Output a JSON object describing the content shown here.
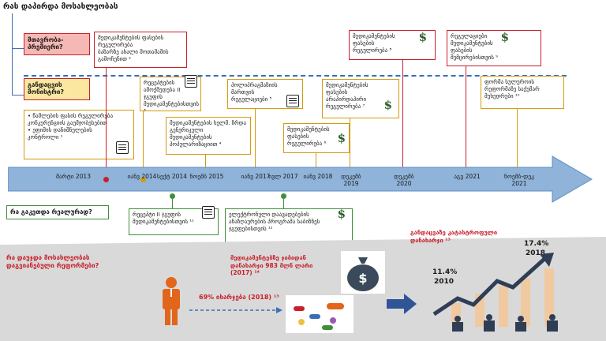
{
  "title": "რას დაპირდა მოსახლეობას",
  "q_promise": "მთავრობა-პრემიერი?",
  "q_monitor": "განდაცვის მონისტრი?",
  "q_implemented": "რა გაკეთდა რეალურად?",
  "q_outcome": "რა დაუჯდა მოსახლეობას დაგვიანებული რეფორმები?",
  "dates": [
    "მარტი 2013",
    "იანვ 2014",
    "სექტ 2014",
    "ნოემბ 2015",
    "იანვ 2017",
    "ივლ 2017",
    "იანვ 2018",
    "დეკემბ 2019",
    "დეკემბ 2020",
    "აგვ 2021",
    "ნოემბ-დეკ 2021"
  ],
  "boxes": {
    "b1": "• წამლების ფასის რეგულირება კონკურენციის გაუმჯობესებით\n• ეფიმის დანიშნულების კონტროლი ¹",
    "b2": "მედიკამენტების ფასების რეგულირება\nბაზარზე ახალი მოთამაშის გამოჩენით ²",
    "b3": "რეცეპტების ამოქმედება II ჯგუფის მედიკამენტებისთვის ³",
    "b4": "მედიკამენტების ხელმ. ზრდა გენერიკული მედიკამენტების პოპულარიზაციით ⁴",
    "b5": "პოლიპრაგმაზიის მართვის რეგულაციები ⁵",
    "b6": "მედიკამენტების ფასების რეგულირება ⁶",
    "b7": "მედიკამენტების ფასების არაპირდაპირი რეგულირება ⁷",
    "b8": "მედიკამენტების ფასების რეგულირება ⁸",
    "b9": "რეგულაციები მედიკამენტების ფასების შემცირებისთვის ⁹",
    "b10": "ფორმა სულუროის რეფორმაზე საქუმარ მუხედრები ¹⁰",
    "b11": "რეცეპტი II ჯგუფის მედიკამენტებისთვის ¹¹",
    "b12": "ელექტრონული დაავადებების ანაზღაურების პროგრამა საბიზნეს ჯგუფებისთვის ¹²"
  },
  "stats": {
    "share_text": "69% იხარჯება (2018) ¹³",
    "spend_text": "მედიკამენტებზე ჯიბიდან დანახარჯი 983 მლნ ლარი (2017) ¹⁴",
    "catastrophic_title": "განდაცვაზე კატასტროფული დანახარჯი ¹³",
    "pct_2010": "11.4%",
    "year_2010": "2010",
    "pct_2018": "17.4%",
    "year_2018": "2018"
  },
  "icons": [
    "scroll-icon",
    "dollar-icon",
    "person-icon",
    "money-bag-icon",
    "pills-icon",
    "arrow-right-icon",
    "growth-chart-icon"
  ],
  "colors": {
    "red": "#c8202a",
    "gold": "#d39b12",
    "green": "#3f8f3a",
    "arrow": "#8fb3d9",
    "pink": "#f6b8b4",
    "yellow": "#fbe7a0",
    "gray": "#d9d9d9"
  }
}
